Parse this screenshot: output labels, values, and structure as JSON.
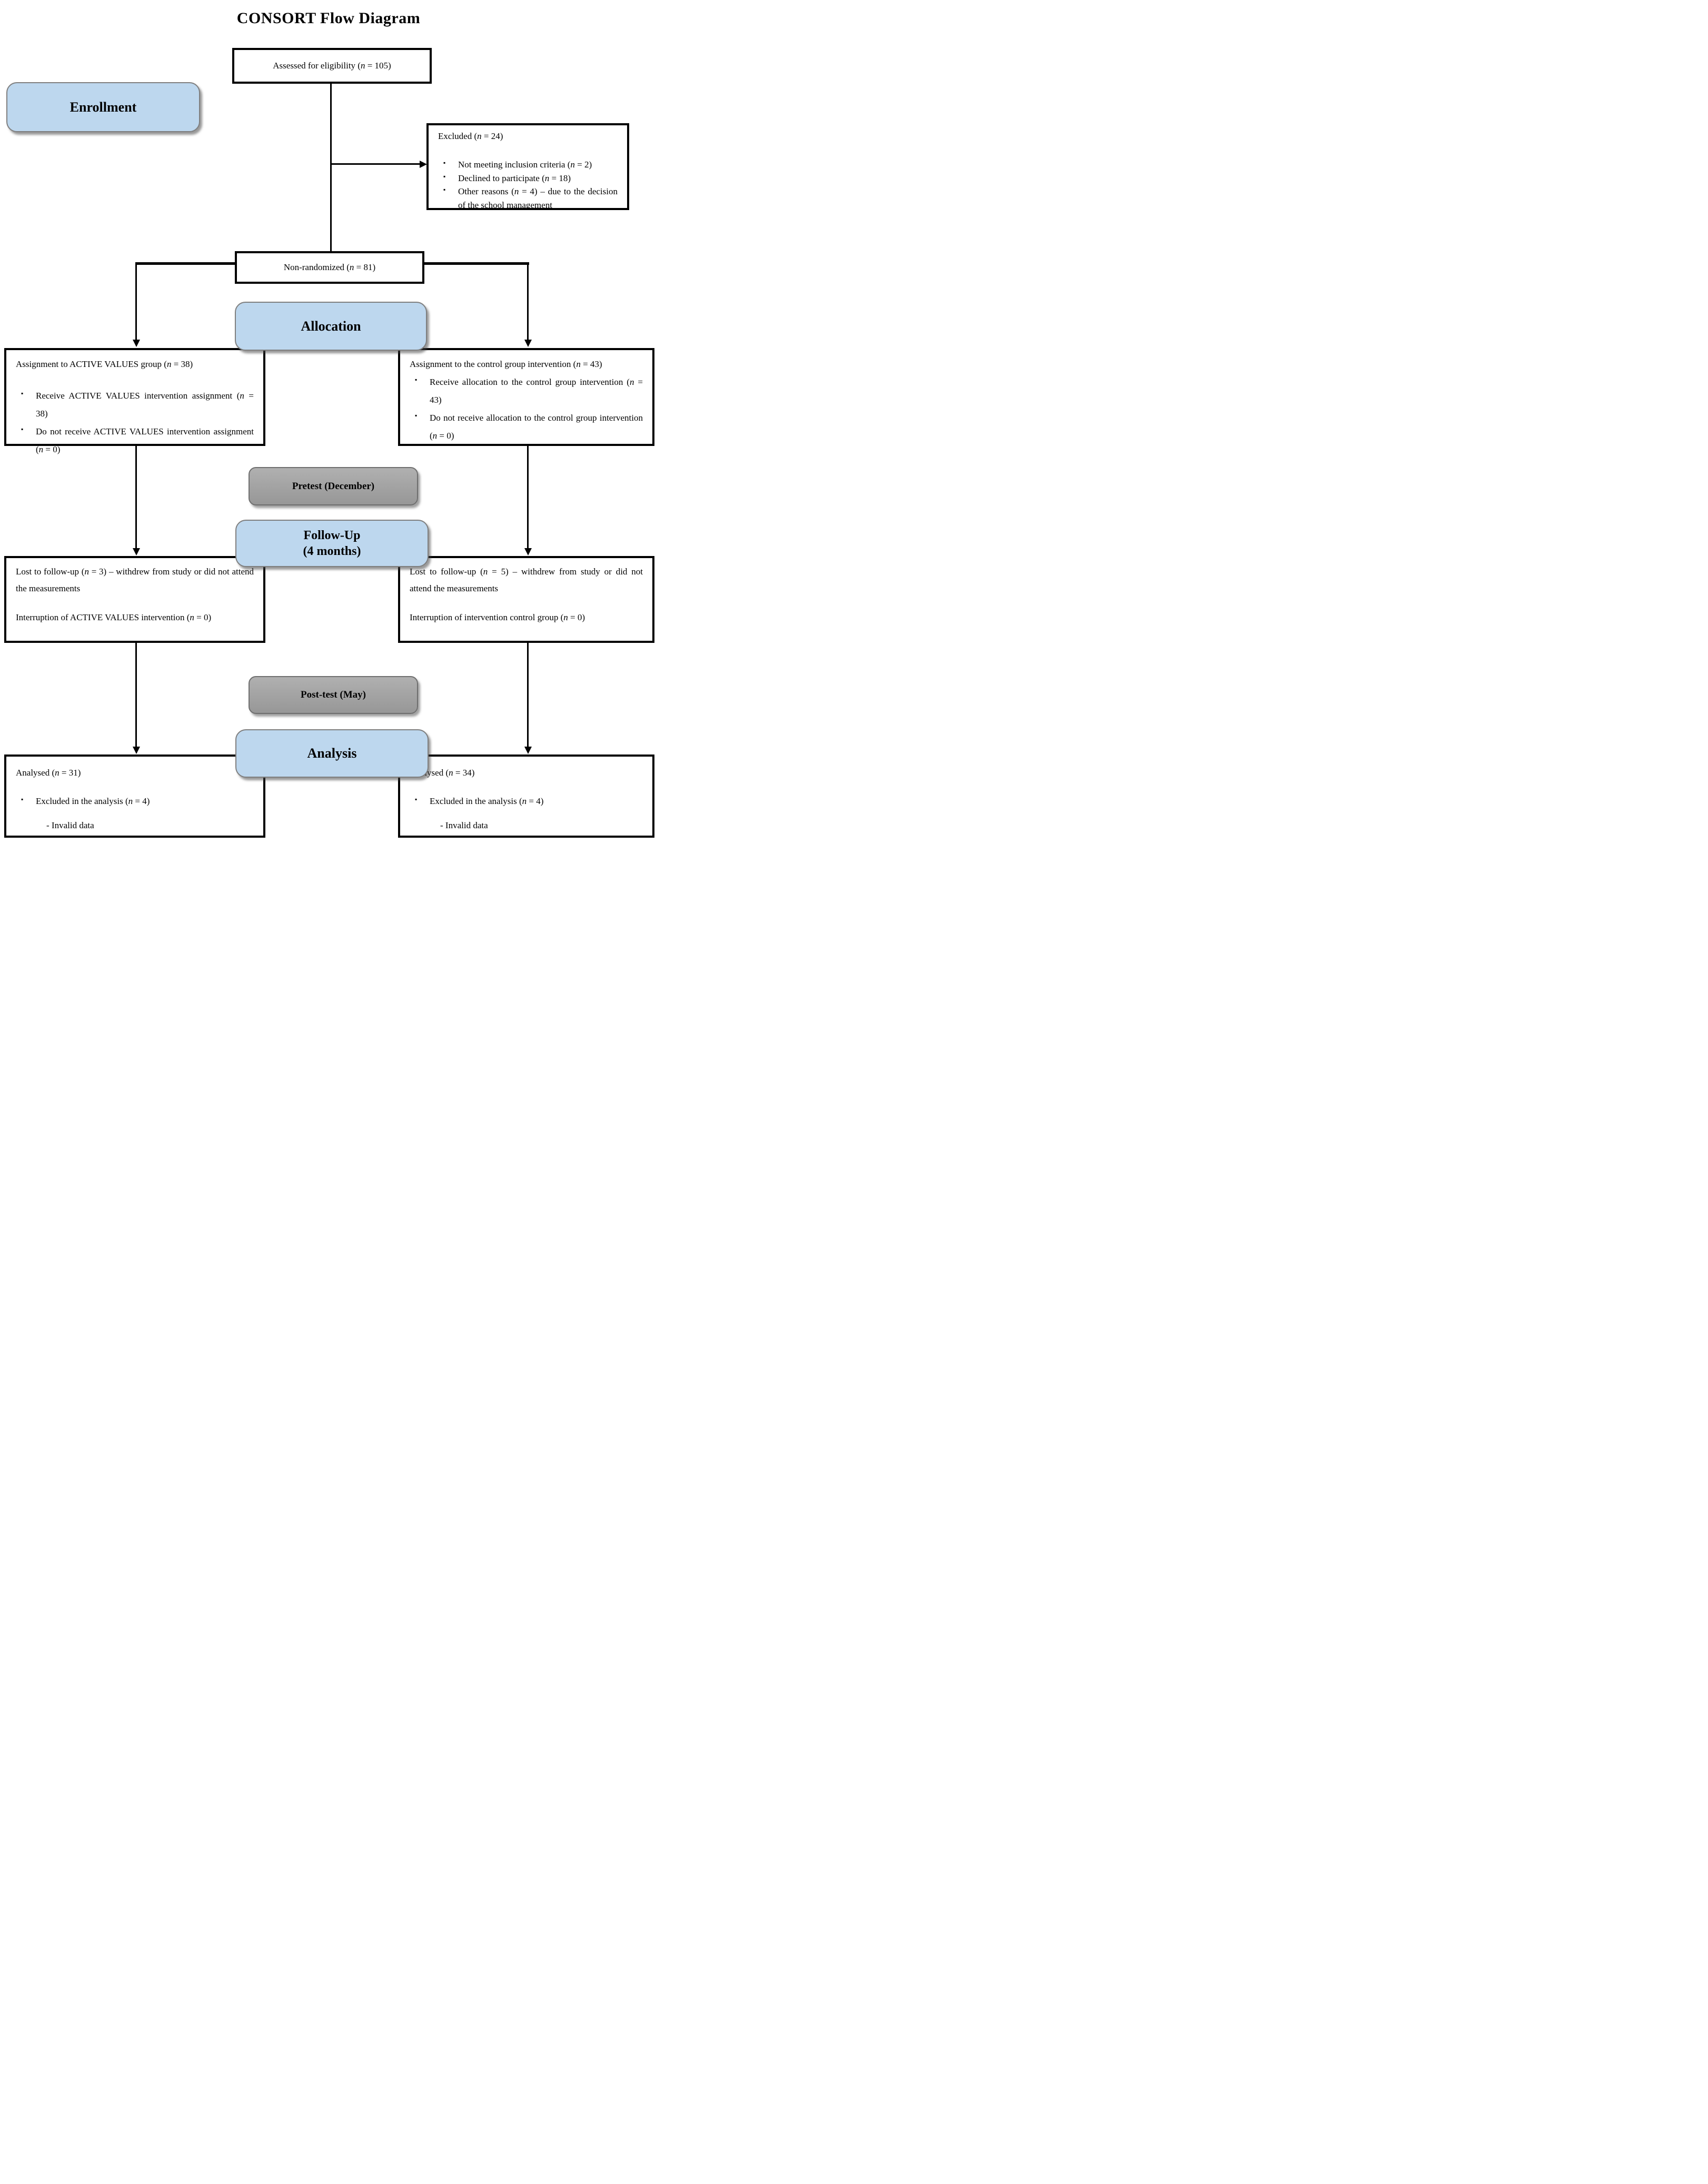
{
  "title": "CONSORT Flow Diagram",
  "markers": {
    "bullet": "▪"
  },
  "colors": {
    "stage_fill": "#bdd7ee",
    "stage_border": "#7f7f7f",
    "timepoint_fill_top": "#b0b0b0",
    "timepoint_fill_bottom": "#979797",
    "timepoint_border": "#6e6e6e",
    "flow_box_border": "#000000"
  },
  "stages": {
    "enrollment": "Enrollment",
    "allocation": "Allocation",
    "followup_line1": "Follow-Up",
    "followup_line2": "(4 months)",
    "analysis": "Analysis"
  },
  "timepoints": {
    "pretest": "Pretest (December)",
    "posttest": "Post-test (May)"
  },
  "boxes": {
    "assessed": {
      "text": "Assessed for eligibility (n = 105)"
    },
    "excluded": {
      "heading": "Excluded (n = 24)",
      "bullets": [
        "Not meeting inclusion criteria (n = 2)",
        "Declined to participate (n = 18)",
        "Other reasons (n = 4) – due to the decision of the school management"
      ]
    },
    "non_randomized": {
      "text": "Non-randomized (n = 81)"
    },
    "assignment_left": {
      "heading": "Assignment to ACTIVE VALUES group (n = 38)",
      "bullets": [
        "Receive ACTIVE VALUES intervention assignment (n = 38)",
        "Do not receive ACTIVE VALUES intervention assignment (n = 0)"
      ]
    },
    "assignment_right": {
      "heading": "Assignment to the control group intervention (n = 43)",
      "bullets": [
        "Receive allocation to the control group intervention (n = 43)",
        "Do not receive allocation to the control group intervention (n = 0)"
      ]
    },
    "lost_left": {
      "paragraphs": [
        "Lost to follow-up (n = 3) – withdrew from study or did not attend the measurements",
        "Interruption of ACTIVE VALUES intervention (n = 0)"
      ]
    },
    "lost_right": {
      "paragraphs": [
        "Lost to follow-up (n = 5) – withdrew from study or did not attend the measurements",
        "Interruption of intervention control group (n = 0)"
      ]
    },
    "analysed_left": {
      "heading": "Analysed (n = 31)",
      "bullets": [
        "Excluded in the analysis (n = 4)"
      ],
      "subitem": "- Invalid data"
    },
    "analysed_right": {
      "heading": "Analysed (n = 34)",
      "bullets": [
        "Excluded in the analysis (n = 4)"
      ],
      "subitem": "- Invalid data"
    }
  }
}
